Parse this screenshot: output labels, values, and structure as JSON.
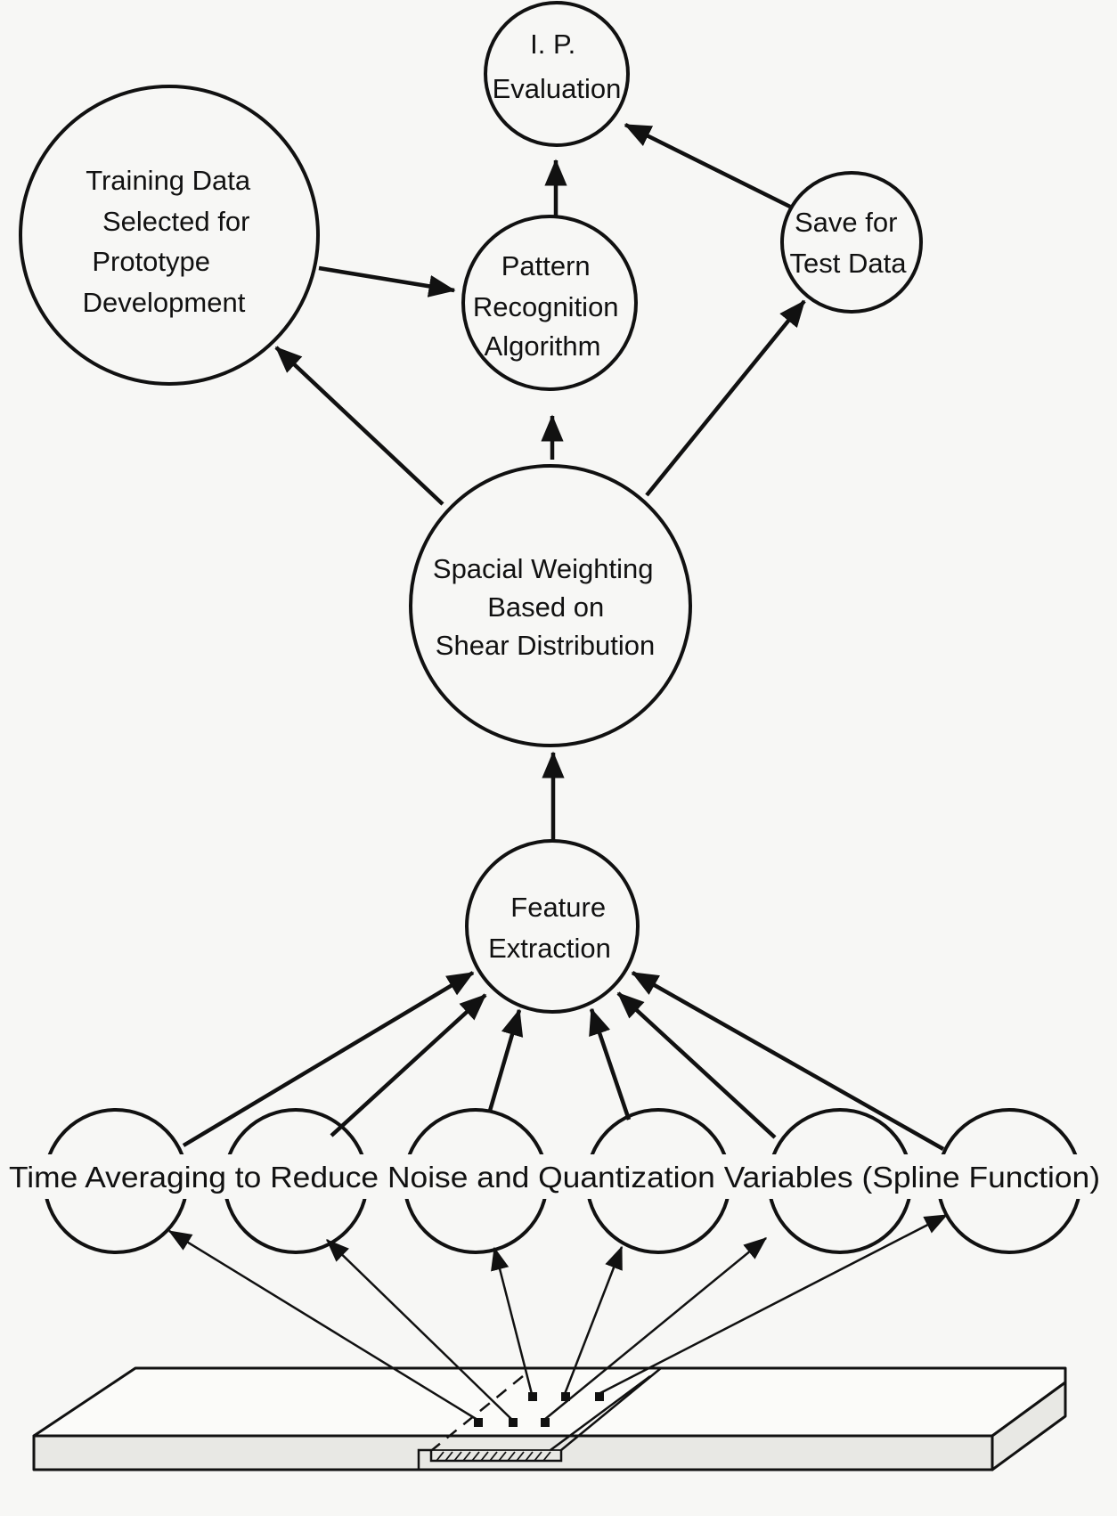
{
  "nodes": {
    "ip_evaluation": {
      "lines": [
        "I. P.",
        "Evaluation"
      ]
    },
    "training_data": {
      "lines": [
        "Training Data",
        "Selected for",
        "Prototype",
        "Development"
      ]
    },
    "pattern_recognition": {
      "lines": [
        "Pattern",
        "Recognition",
        "Algorithm"
      ]
    },
    "save_test_data": {
      "lines": [
        "Save for",
        "Test Data"
      ]
    },
    "spacial_weighting": {
      "lines": [
        "Spacial Weighting",
        "Based on",
        "Shear Distribution"
      ]
    },
    "feature_extraction": {
      "lines": [
        "Feature",
        "Extraction"
      ]
    }
  },
  "averaging_caption": "Time Averaging to Reduce Noise and Quantization Variables (Spline Function)",
  "averaging_node_count": 6,
  "sensor_count": 6
}
